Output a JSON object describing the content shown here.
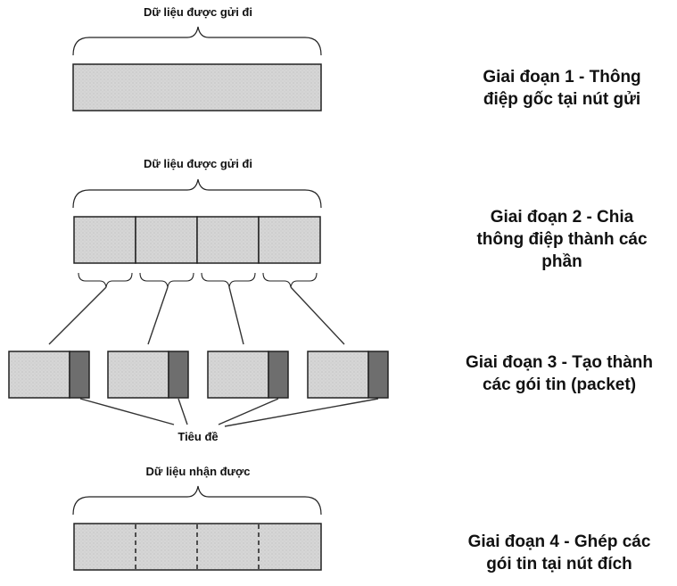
{
  "stages": [
    {
      "title": "Giai đoạn 1 - Thông\nđiệp gốc tại nút gửi",
      "data_label": "Dữ liệu được gửi đi"
    },
    {
      "title": "Giai đoạn 2 - Chia\nthông điệp thành các\nphần",
      "data_label": "Dữ liệu được gửi đi"
    },
    {
      "title": "Giai đoạn 3 - Tạo thành\ncác gói tin (packet)",
      "header_label": "Tiêu đề"
    },
    {
      "title": "Giai đoạn 4 - Ghép các\ngói tin tại nút đích",
      "data_label": "Dữ liệu nhận được"
    }
  ],
  "message_parts": 4,
  "colors": {
    "data_fill": "#d4d4d4",
    "header_fill": "#6e6e6e",
    "stroke": "#222222"
  }
}
